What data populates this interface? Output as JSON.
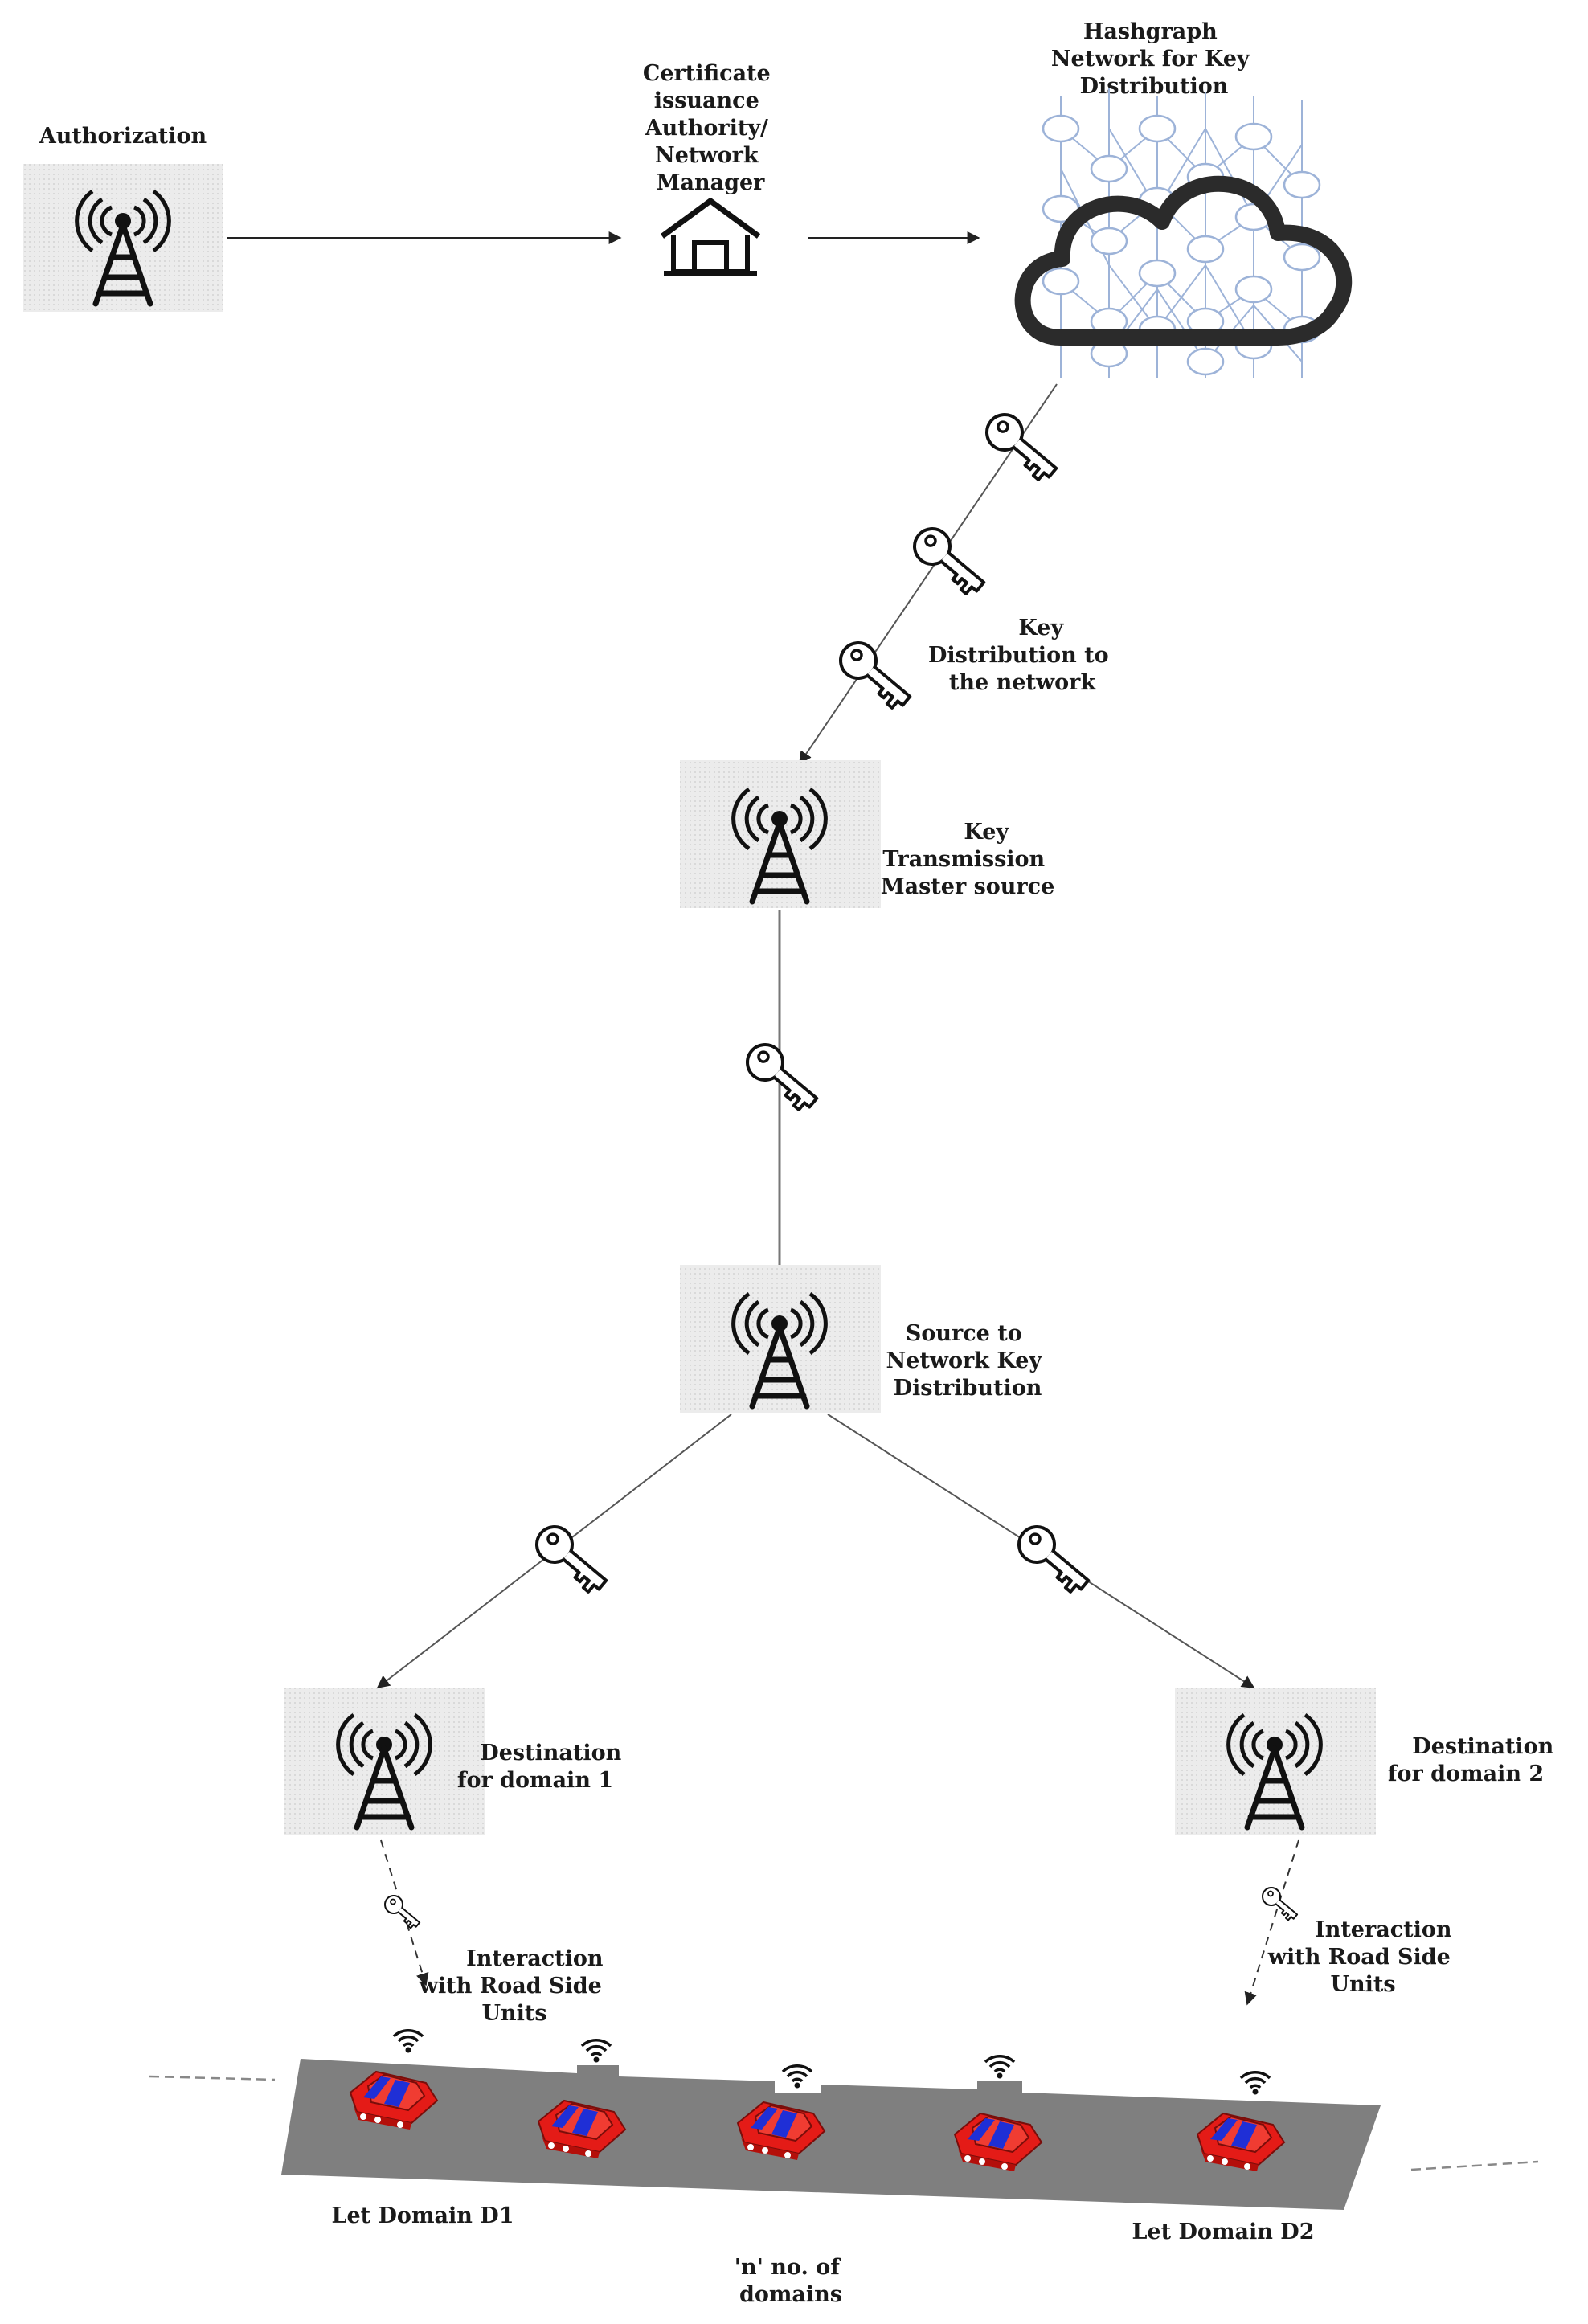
{
  "labels": {
    "authorization": "Authorization",
    "certificate": [
      "Certificate",
      "issuance",
      "Authority/",
      "Network",
      "Manager"
    ],
    "hashgraph": [
      "Hashgraph",
      "Network for Key",
      "Distribution"
    ],
    "key_distribution": [
      "Key",
      "Distribution to",
      "the network"
    ],
    "key_transmission": [
      "Key",
      "Transmission",
      "Master source"
    ],
    "source_distribution": [
      "Source to",
      "Network Key",
      "Distribution"
    ],
    "destination_1": [
      "Destination",
      "for domain 1"
    ],
    "destination_2": [
      "Destination",
      "for domain 2"
    ],
    "interaction_1": [
      "Interaction",
      "with Road Side",
      "Units"
    ],
    "interaction_2": [
      "Interaction",
      "with Road Side",
      "Units"
    ],
    "domain_d1": "Let Domain D1",
    "domain_d2": "Let Domain D2",
    "n_domains": [
      "'n' no. of",
      "domains"
    ]
  },
  "colors": {
    "road": "#7f7f7f",
    "car_body": "#e41b17",
    "car_stripe": "#1f2fd6",
    "icon_box": "#ebebeb",
    "cloud_outline": "#2b2b2b",
    "mesh": "#9db3d8",
    "line": "#444444"
  },
  "icons": {
    "tower": "radio-tower-icon",
    "house": "house-icon",
    "cloud": "cloud-network-icon",
    "key": "key-icon",
    "car": "car-icon",
    "wifi": "wifi-icon"
  }
}
